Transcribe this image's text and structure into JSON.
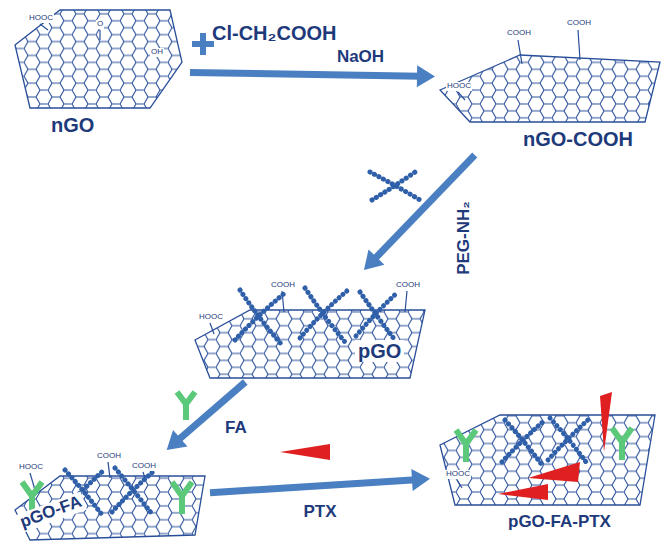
{
  "diagram": {
    "nodes": [
      {
        "text": [
          "nGO"
        ]
      },
      {
        "text": [
          "nGO-COOH"
        ]
      },
      {
        "text": [
          "pGO"
        ]
      },
      {
        "text": [
          "pGO-FA"
        ]
      },
      {
        "text": [
          "pGO-FA-PTX"
        ]
      }
    ],
    "edges": [
      {
        "from": 0,
        "to": 1,
        "arrow": "to",
        "label": "NaOH"
      },
      {
        "from": 1,
        "to": 2,
        "arrow": "to",
        "label": "PEG-NH₂"
      },
      {
        "from": 2,
        "to": 3,
        "arrow": "to",
        "label": "FA"
      },
      {
        "from": 3,
        "to": 4,
        "arrow": "to",
        "label": "PTX"
      }
    ],
    "labels": [
      "Cl-CH₂COOH",
      "HOOC",
      "O",
      "OH",
      "HOOC",
      "COOH",
      "COOH",
      "HOOC",
      "COOH",
      "COOH",
      "HOOC",
      "COOH",
      "COOH",
      "HOOC"
    ]
  }
}
